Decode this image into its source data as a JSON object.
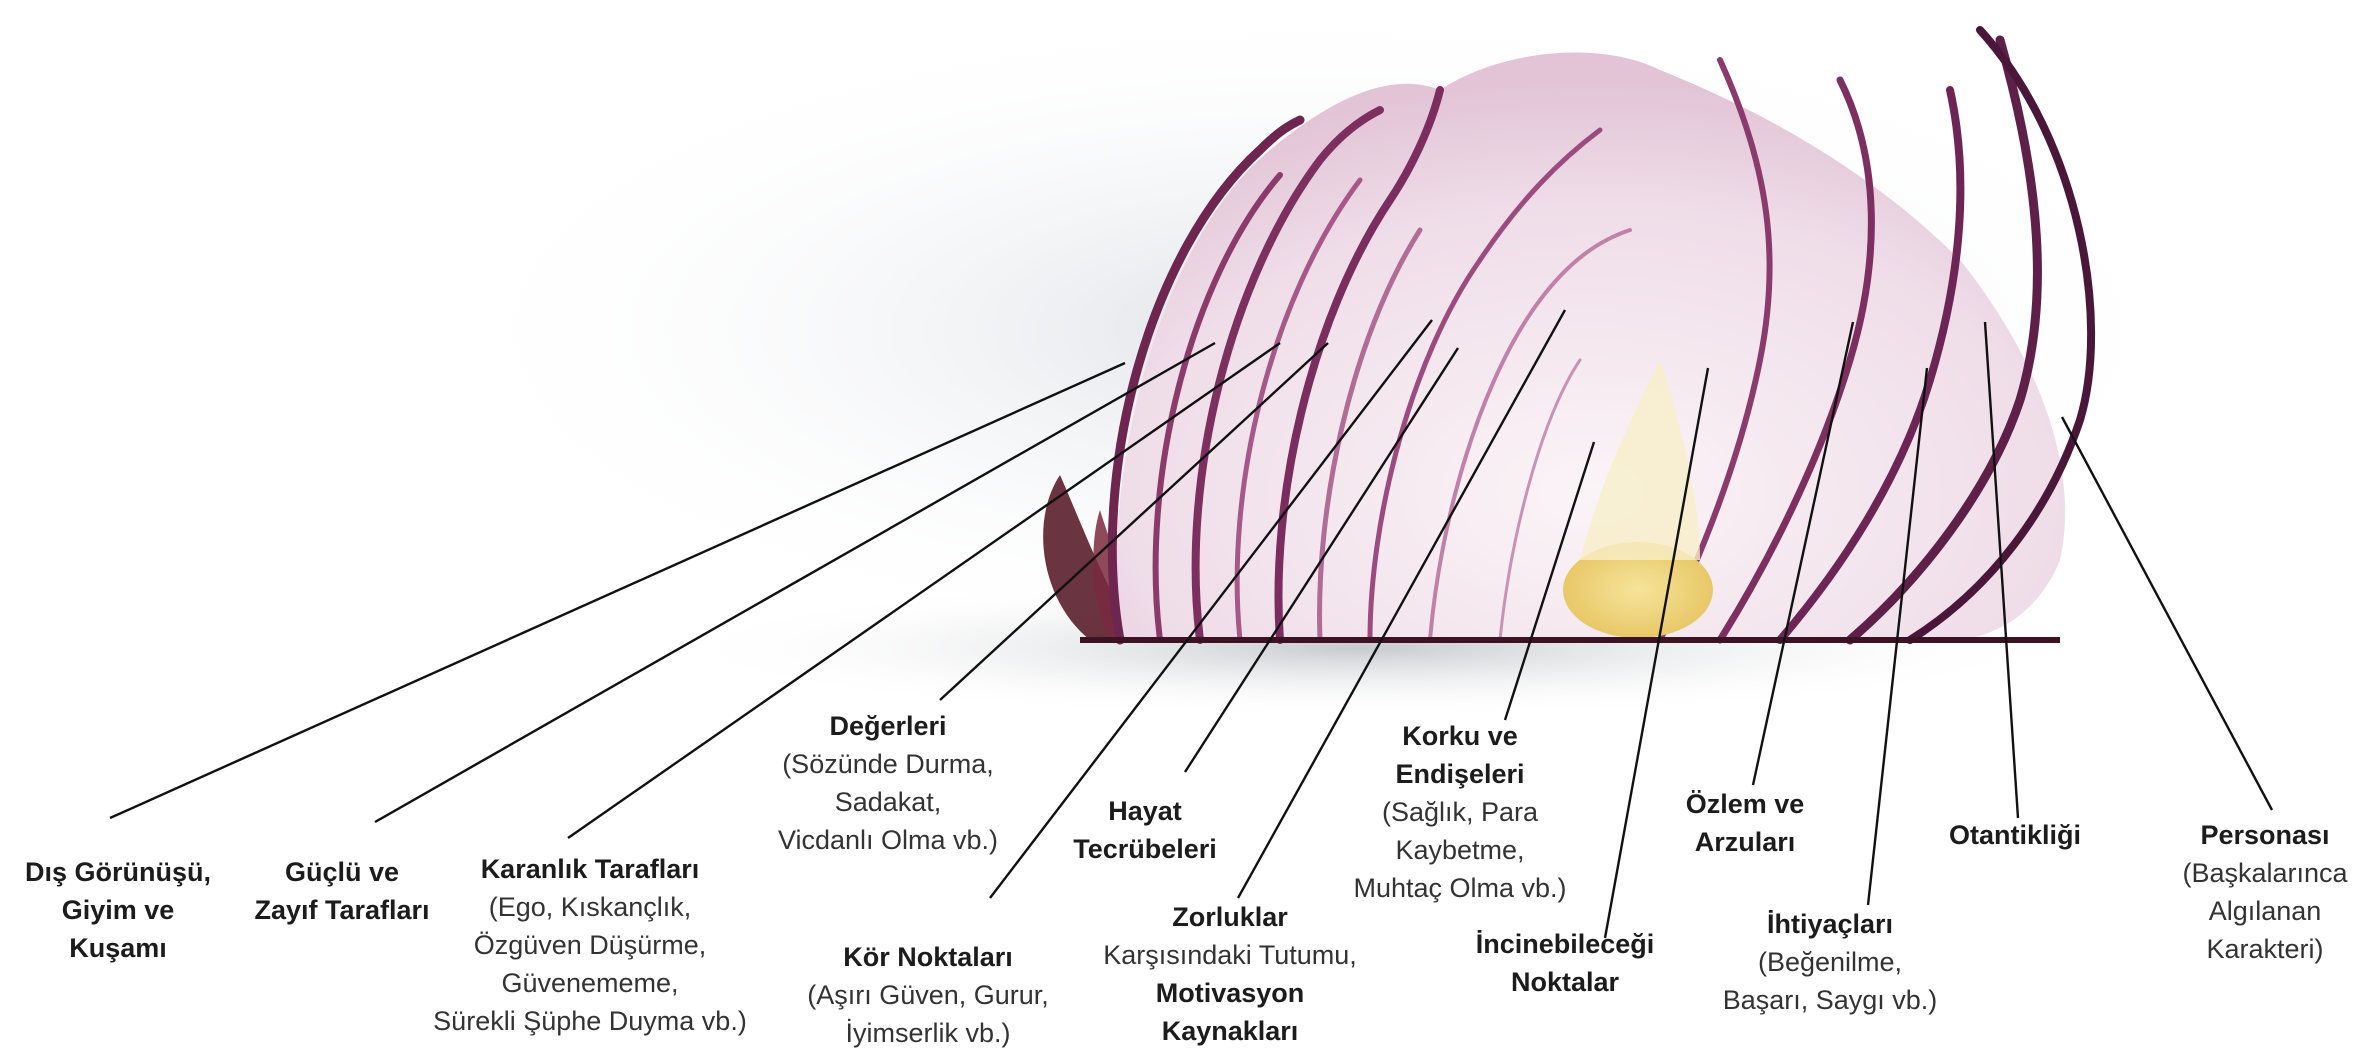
{
  "labels": {
    "dis": {
      "t1": "Dış Görünüşü,",
      "t2": "Giyim ve",
      "t3": "Kuşamı"
    },
    "guclu": {
      "t1": "Güçlü ve",
      "t2": "Zayıf Tarafları"
    },
    "karanlik": {
      "t1": "Karanlık Tarafları",
      "s1": "(Ego, Kıskançlık,",
      "s2": "Özgüven Düşürme,",
      "s3": "Güvenememe,",
      "s4": "Sürekli Şüphe Duyma vb.)"
    },
    "degerleri": {
      "t1": "Değerleri",
      "s1": "(Sözünde Durma,",
      "s2": "Sadakat,",
      "s3": "Vicdanlı Olma vb.)"
    },
    "kor": {
      "t1": "Kör Noktaları",
      "s1": "(Aşırı Güven, Gurur,",
      "s2": "İyimserlik vb.)"
    },
    "hayat": {
      "t1": "Hayat",
      "t2": "Tecrübeleri"
    },
    "zorluklar": {
      "t1": "Zorluklar",
      "s1": "Karşısındaki Tutumu,",
      "t2": "Motivasyon",
      "t3": "Kaynakları"
    },
    "korku": {
      "t1": "Korku ve",
      "t2": "Endişeleri",
      "s1": "(Sağlık, Para",
      "s2": "Kaybetme,",
      "s3": "Muhtaç Olma vb.)"
    },
    "incinebilecegi": {
      "t1": "İncinebileceği",
      "t2": "Noktalar"
    },
    "ozlem": {
      "t1": "Özlem ve",
      "t2": "Arzuları"
    },
    "ihtiyaclari": {
      "t1": "İhtiyaçları",
      "s1": "(Beğenilme,",
      "s2": "Başarı, Saygı vb.)"
    },
    "otantikligi": {
      "t1": "Otantikliği"
    },
    "personasi": {
      "t1": "Personası",
      "s1": "(Başkalarınca",
      "s2": "Algılanan",
      "s3": "Karakteri)"
    }
  },
  "colors": {
    "onion_skin": "#7a2a5a",
    "onion_flesh": "#f3e8f0",
    "onion_core": "#f1d77a",
    "leader_line": "#111111"
  }
}
